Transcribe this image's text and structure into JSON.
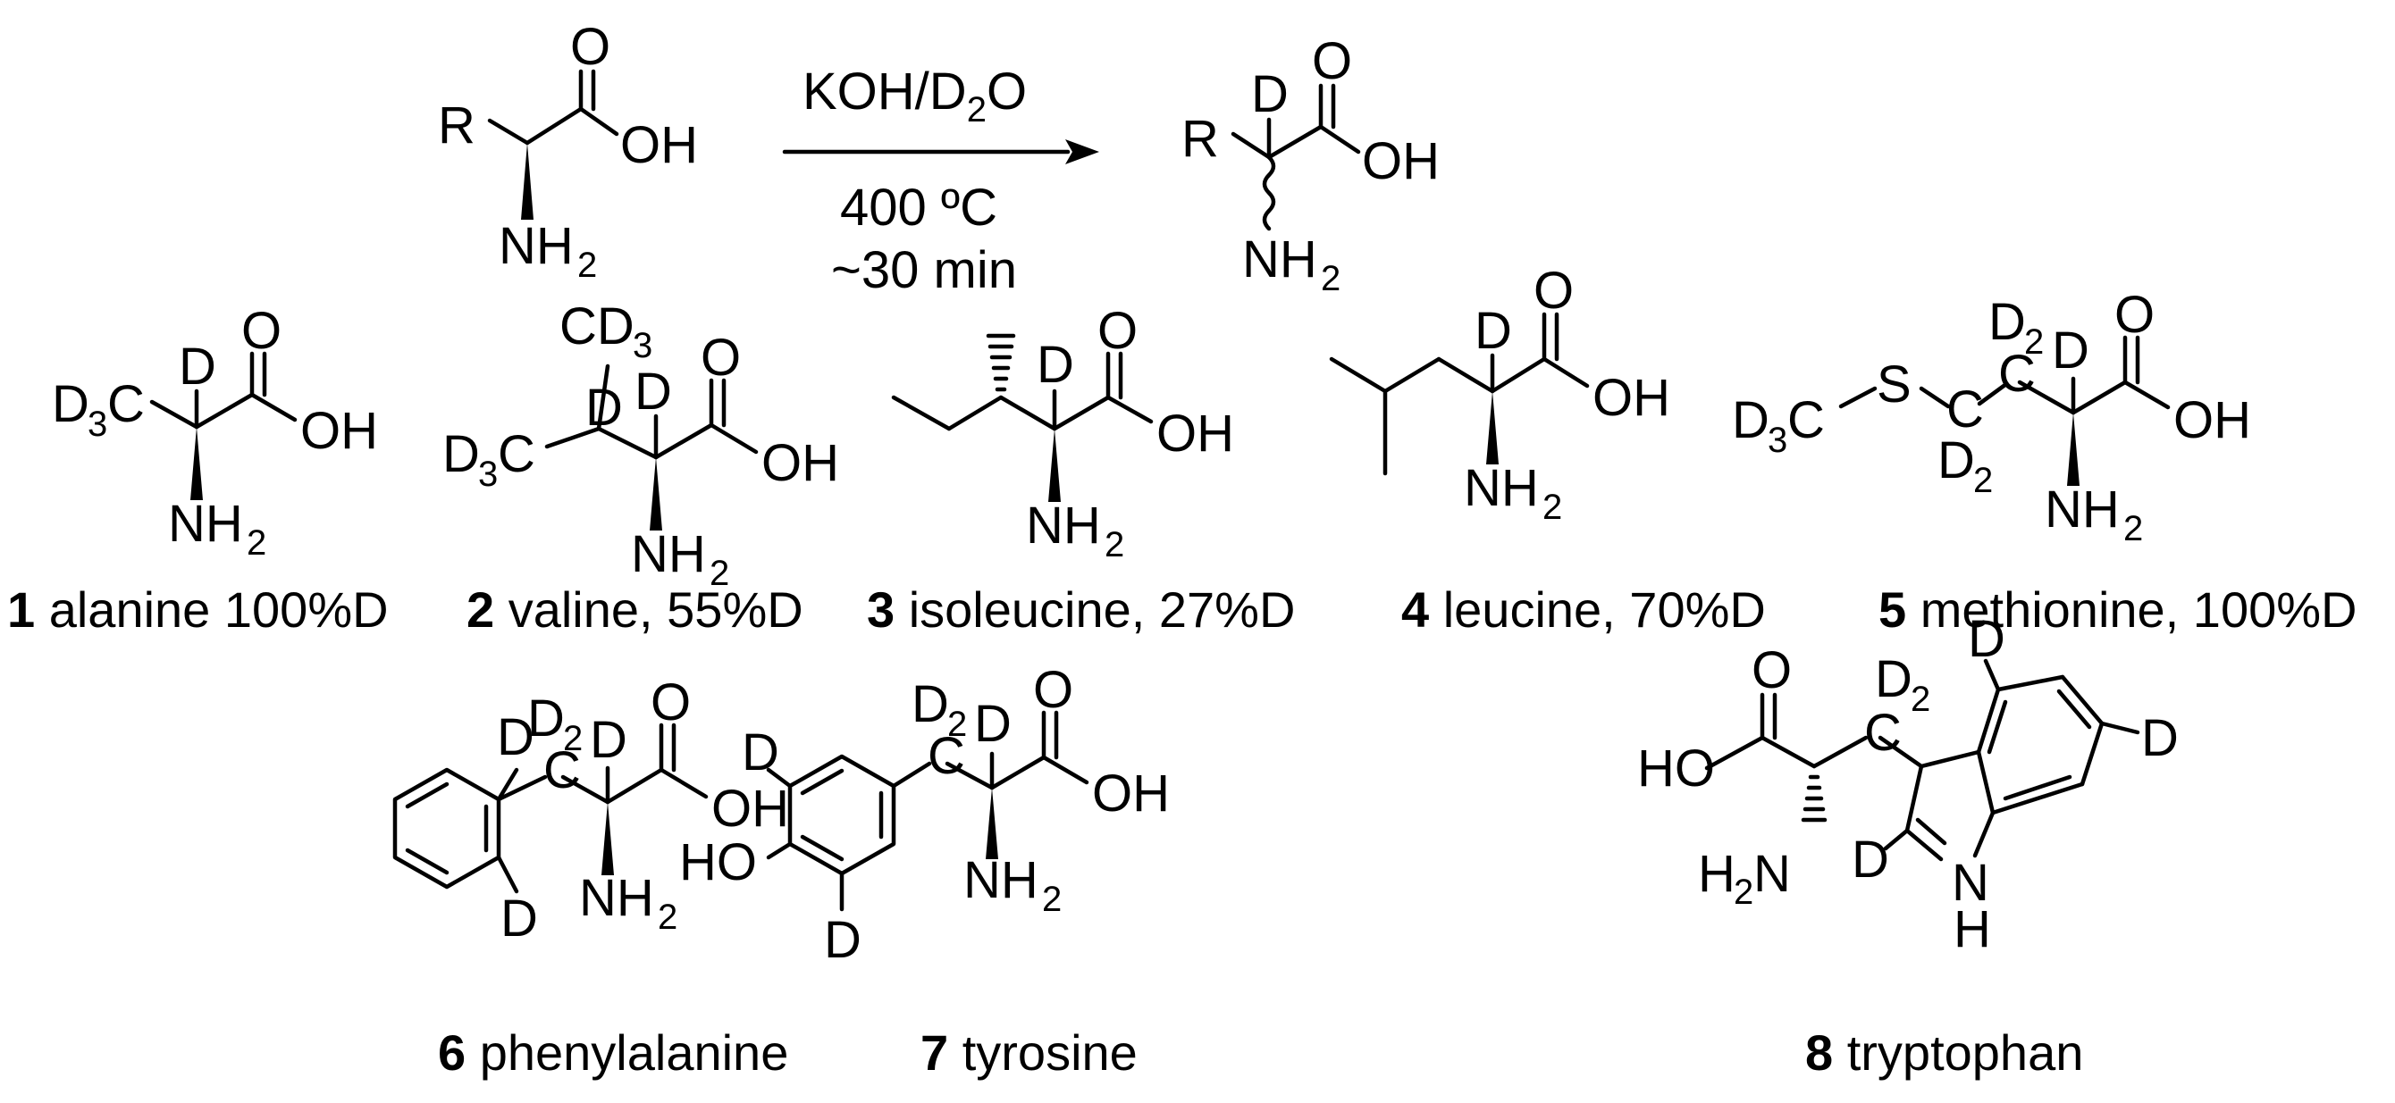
{
  "reaction": {
    "reagents": "KOH/D2O",
    "temperature": "400 ºC",
    "time": "~30 min"
  },
  "compounds": [
    {
      "number": "1",
      "label": "alanine 100%D"
    },
    {
      "number": "2",
      "label": "valine, 55%D"
    },
    {
      "number": "3",
      "label": "isoleucine, 27%D"
    },
    {
      "number": "4",
      "label": "leucine, 70%D"
    },
    {
      "number": "5",
      "label": "methionine, 100%D"
    },
    {
      "number": "6",
      "label": "phenylalanine"
    },
    {
      "number": "7",
      "label": "tyrosine"
    },
    {
      "number": "8",
      "label": "tryptophan"
    }
  ]
}
